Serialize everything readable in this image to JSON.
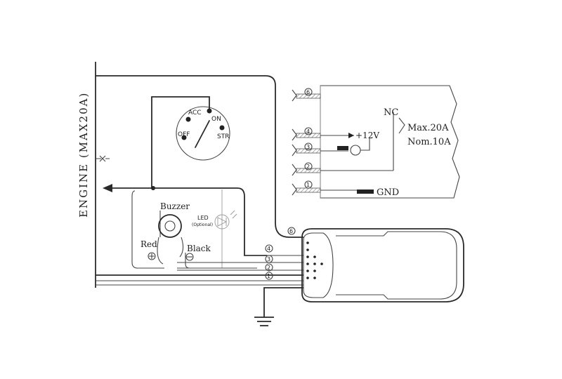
{
  "diagram": {
    "engine_label": "ENGINE (MAX20A)",
    "ignition": {
      "acc": "ACC",
      "on": "ON",
      "off": "OFF",
      "str": "STR"
    },
    "buzzer": "Buzzer",
    "led": "LED",
    "led_note": "(Optional)",
    "red": "Red",
    "black": "Black",
    "relay": {
      "nc": "NC",
      "max": "Max.20A",
      "nom": "Nom.10A",
      "plus12v": "+12V",
      "gnd": "GND"
    },
    "wire_numbers_left": [
      "6",
      "4",
      "3",
      "2",
      "1"
    ],
    "wire_numbers_module": [
      "6",
      "4",
      "3",
      "2",
      "1"
    ]
  }
}
